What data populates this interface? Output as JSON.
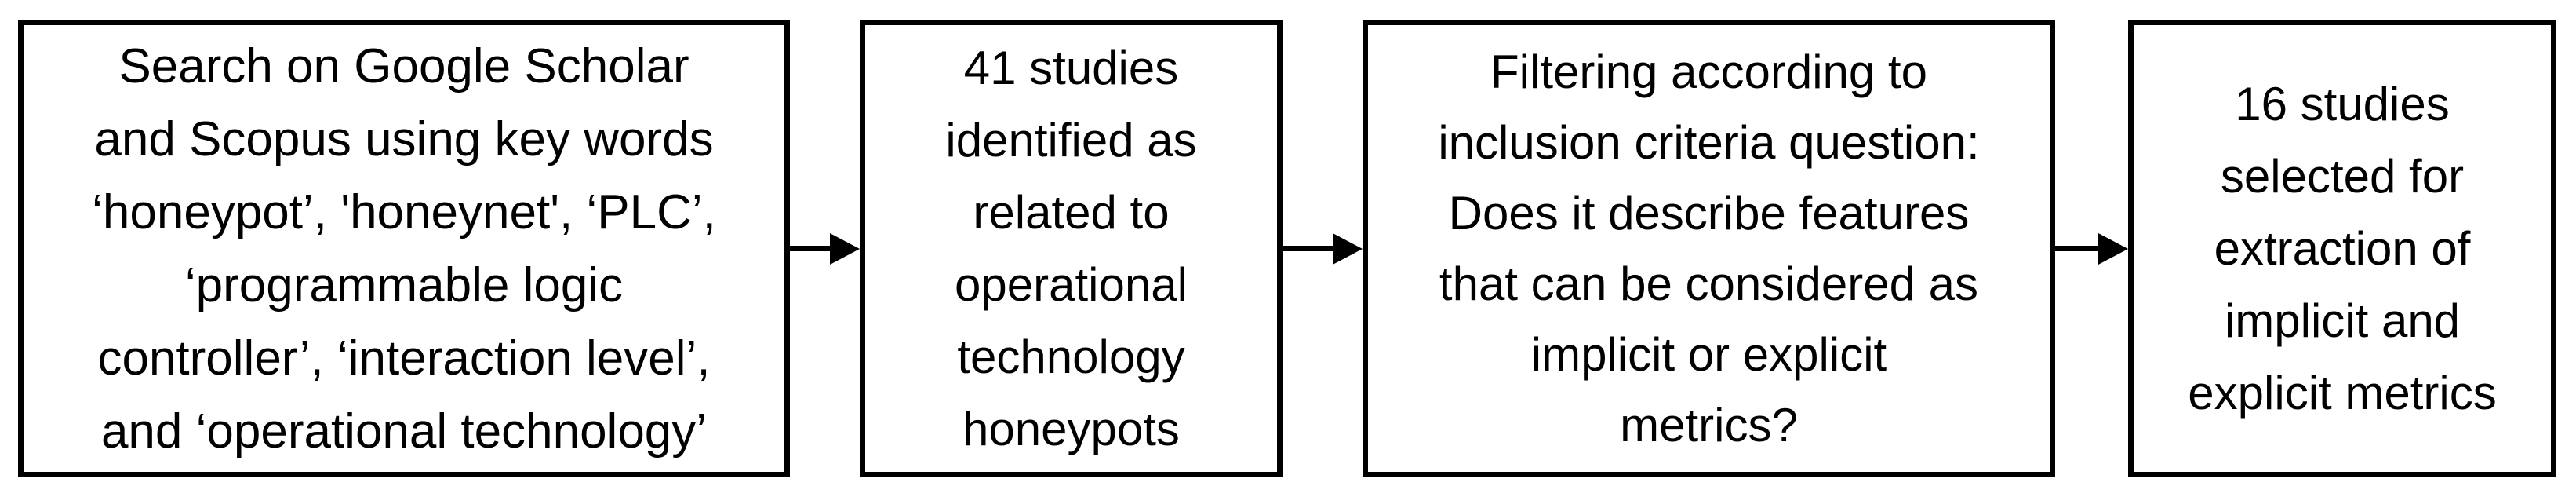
{
  "diagram": {
    "type": "flowchart",
    "direction": "left-to-right",
    "colors": {
      "background": "#ffffff",
      "box_border": "#000000",
      "text": "#000000",
      "arrow": "#000000"
    },
    "steps": [
      {
        "id": "search",
        "text": "Search on Google Scholar and Scopus using key words ‘honeypot’, 'honeynet', ‘PLC’, ‘programmable logic controller’, ‘interaction level’, and ‘operational technology’",
        "lines": [
          "Search on Google Scholar",
          "and Scopus using key words",
          "‘honeypot’, 'honeynet', ‘PLC’,",
          "‘programmable logic",
          "controller’, ‘interaction level’,",
          "and ‘operational technology’"
        ]
      },
      {
        "id": "identified",
        "text": "41 studies identified as related to operational technology honeypots",
        "lines": [
          "41 studies",
          "identified as",
          "related to",
          "operational",
          "technology",
          "honeypots"
        ]
      },
      {
        "id": "filtering",
        "text": "Filtering according to inclusion criteria question: Does it describe features that can be considered as implicit or explicit metrics?",
        "lines": [
          "Filtering according to",
          "inclusion criteria question:",
          "Does it describe features",
          "that can be considered as",
          "implicit or explicit",
          "metrics?"
        ]
      },
      {
        "id": "selected",
        "text": "16 studies selected for extraction of implicit and explicit metrics",
        "lines": [
          "16 studies",
          "selected for",
          "extraction of",
          "implicit and",
          "explicit metrics"
        ]
      }
    ],
    "arrow_glyph": "right-arrow"
  }
}
